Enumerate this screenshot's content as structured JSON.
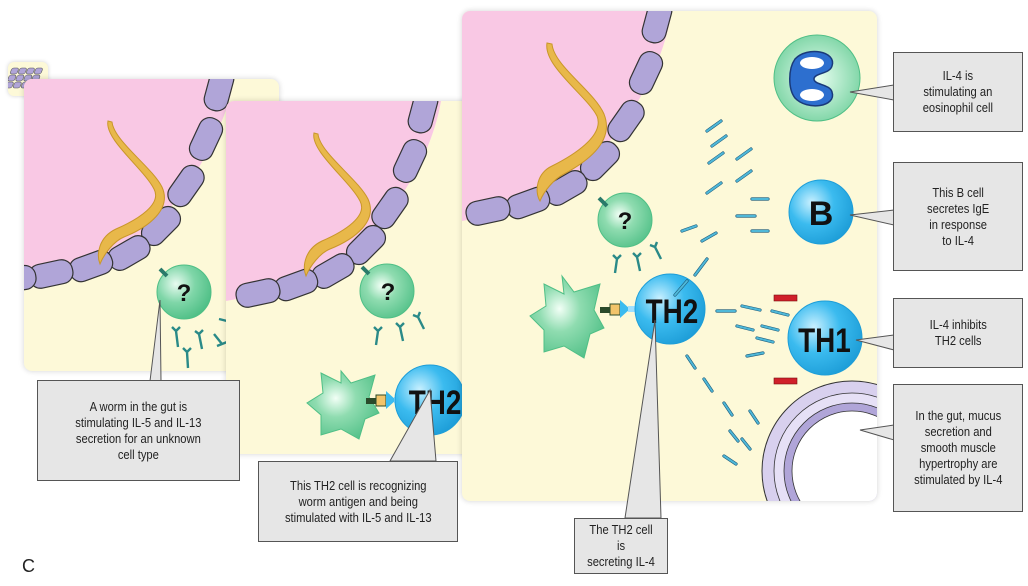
{
  "figure": {
    "panel_label": "C",
    "thumbnail_icon": "epithelial-cells-icon"
  },
  "colors": {
    "lumen": "#f9c8e4",
    "tissue": "#fdf9d8",
    "epithelium": "#b0a5d8",
    "worm": "#e8b84a",
    "unknown_cell": "#6fcf9b",
    "th_cell": "#29aee6",
    "cytokine": "#4fb8d8",
    "inhibition": "#d0202a",
    "callout_bg": "#e6e6e6"
  },
  "panels": [
    {
      "id": "panel-1",
      "cells": [
        {
          "type": "unknown-cell",
          "label": "?"
        }
      ],
      "callouts": [
        {
          "text": "A worm in the gut is\nstimulating IL-5 and IL-13\nsecretion for an unknown\ncell type"
        }
      ]
    },
    {
      "id": "panel-2",
      "cells": [
        {
          "type": "unknown-cell",
          "label": "?"
        },
        {
          "type": "antigen-presenting-cell",
          "label": ""
        },
        {
          "type": "th2-cell",
          "label": "TH2"
        }
      ],
      "callouts": [
        {
          "text": "This TH2 cell is recognizing\nworm antigen and being\nstimulated with IL-5 and IL-13"
        }
      ]
    },
    {
      "id": "panel-3",
      "cells": [
        {
          "type": "unknown-cell",
          "label": "?"
        },
        {
          "type": "antigen-presenting-cell",
          "label": ""
        },
        {
          "type": "th2-cell",
          "label": "TH2"
        },
        {
          "type": "eosinophil",
          "label": ""
        },
        {
          "type": "b-cell",
          "label": "B"
        },
        {
          "type": "th1-cell",
          "label": "TH1"
        },
        {
          "type": "gut-cross-section",
          "label": ""
        }
      ],
      "callouts": [
        {
          "text": "IL-4 is\nstimulating an\neosinophil cell"
        },
        {
          "text": "This B cell\nsecretes IgE\nin response\nto IL-4"
        },
        {
          "text": "IL-4 inhibits\nTH2 cells"
        },
        {
          "text": "In the gut, mucus\nsecretion and\nsmooth muscle\nhypertrophy are\nstimulated by IL-4"
        },
        {
          "text": "The TH2 cell is\nsecreting IL-4"
        }
      ]
    }
  ]
}
